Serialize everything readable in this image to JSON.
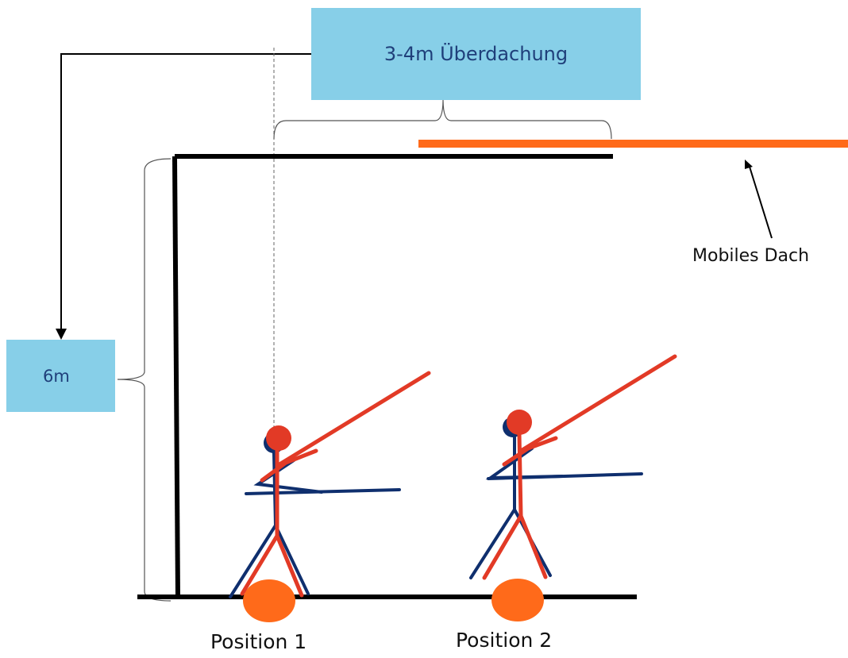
{
  "labels": {
    "canopy": "3-4m Überdachung",
    "height": "6m",
    "mobile_roof": "Mobiles Dach",
    "position_1": "Position 1",
    "position_2": "Position 2"
  },
  "colors": {
    "label_box_fill": "#87cfe8",
    "label_box_text": "#1f3f7a",
    "structure": "#000000",
    "mobile_roof": "#ff6a1a",
    "figure_front": "#e23a26",
    "figure_back": "#0f2f6e",
    "position_marker": "#ff6a1a"
  },
  "icons": {
    "figure": "javelin-thrower-figure",
    "marker": "orange-oval-marker"
  }
}
